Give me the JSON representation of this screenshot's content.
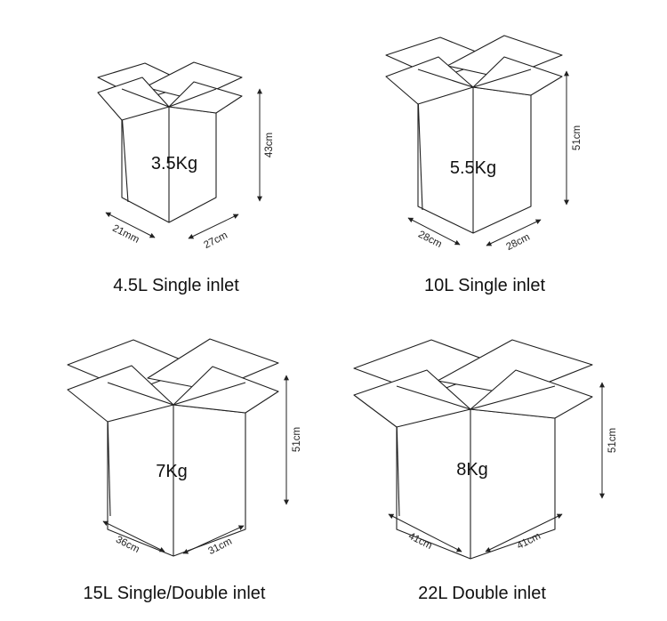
{
  "boxes": [
    {
      "id": "box-4-5l",
      "weight": "3.5Kg",
      "height": "43cm",
      "depth": "21mm",
      "width": "27cm",
      "caption": "4.5L Single inlet"
    },
    {
      "id": "box-10l",
      "weight": "5.5Kg",
      "height": "51cm",
      "depth": "28cm",
      "width": "28cm",
      "caption": "10L Single inlet"
    },
    {
      "id": "box-15l",
      "weight": "7Kg",
      "height": "51cm",
      "depth": "36cm",
      "width": "31cm",
      "caption": "15L Single/Double inlet"
    },
    {
      "id": "box-22l",
      "weight": "8Kg",
      "height": "51cm",
      "depth": "41cm",
      "width": "41cm",
      "caption": "22L Double inlet"
    }
  ]
}
